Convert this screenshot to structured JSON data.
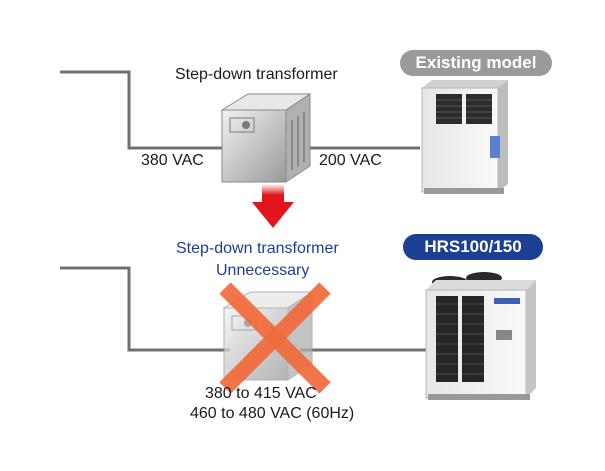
{
  "top": {
    "transformer_label": "Step-down transformer",
    "input_voltage": "380 VAC",
    "output_voltage": "200 VAC",
    "model_badge": "Existing model",
    "badge_color": "#9a9a9a"
  },
  "arrow": {
    "color": "#e0161c"
  },
  "bottom": {
    "note_line1": "Step-down transformer",
    "note_line2": "Unnecessary",
    "model_badge": "HRS100/150",
    "badge_color": "#1c3f94",
    "voltage_line1": "380 to 415 VAC",
    "voltage_line2": "460 to 480 VAC (60Hz)",
    "cross_color": "#f26a3c"
  },
  "icons": {
    "transformer": "transformer-icon",
    "existing_chiller": "chiller-unit-icon",
    "new_chiller": "chiller-unit-icon",
    "cross": "cross-icon",
    "arrow": "arrow-down-icon"
  }
}
